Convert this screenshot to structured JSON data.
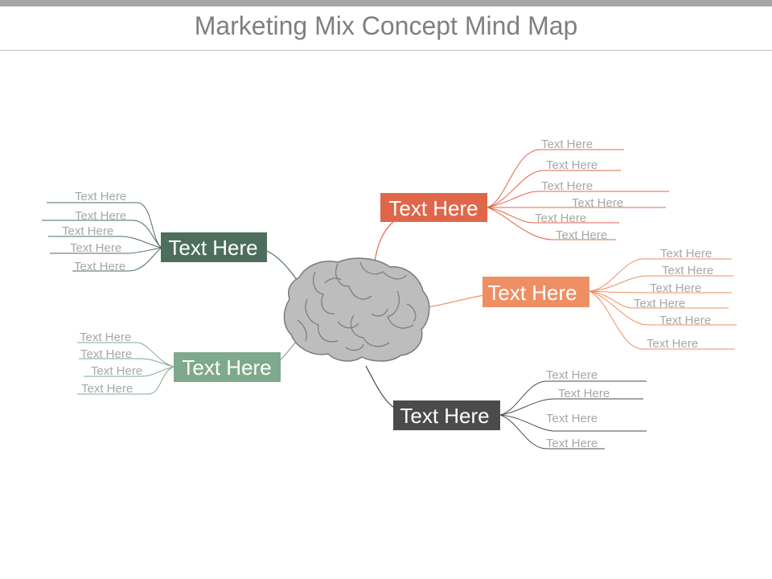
{
  "title": "Marketing Mix Concept Mind Map",
  "colors": {
    "topbar": "#a6a6a6",
    "title_text": "#7f7f7f",
    "branch_dark_green": "#4e6e5d",
    "branch_red_orange": "#e0664a",
    "branch_light_orange": "#ee8e63",
    "branch_light_green": "#7ea98d",
    "branch_dark_gray": "#4b4b4b",
    "brain_fill": "#bdbdbd",
    "brain_stroke": "#7a7a7a",
    "leaf_text": "#a6a6a6"
  },
  "center_icon": "brain-icon",
  "branches": [
    {
      "id": "red",
      "label": "Text Here",
      "color": "#e0664a",
      "leaves": [
        "Text Here",
        "Text Here",
        "Text Here",
        "Text Here",
        "Text Here",
        "Text Here"
      ]
    },
    {
      "id": "orange",
      "label": "Text Here",
      "color": "#ee8e63",
      "leaves": [
        "Text Here",
        "Text Here",
        "Text Here",
        "Text Here",
        "Text Here",
        "Text Here"
      ]
    },
    {
      "id": "gray",
      "label": "Text Here",
      "color": "#4b4b4b",
      "leaves": [
        "Text Here",
        "Text Here",
        "Text Here",
        "Text Here"
      ]
    },
    {
      "id": "lightgreen",
      "label": "Text Here",
      "color": "#7ea98d",
      "leaves": [
        "Text Here",
        "Text Here",
        "Text Here",
        "Text Here"
      ]
    },
    {
      "id": "darkgreen",
      "label": "Text Here",
      "color": "#4e6e5d",
      "leaves": [
        "Text Here",
        "Text Here",
        "Text Here",
        "Text Here",
        "Text Here"
      ]
    }
  ]
}
